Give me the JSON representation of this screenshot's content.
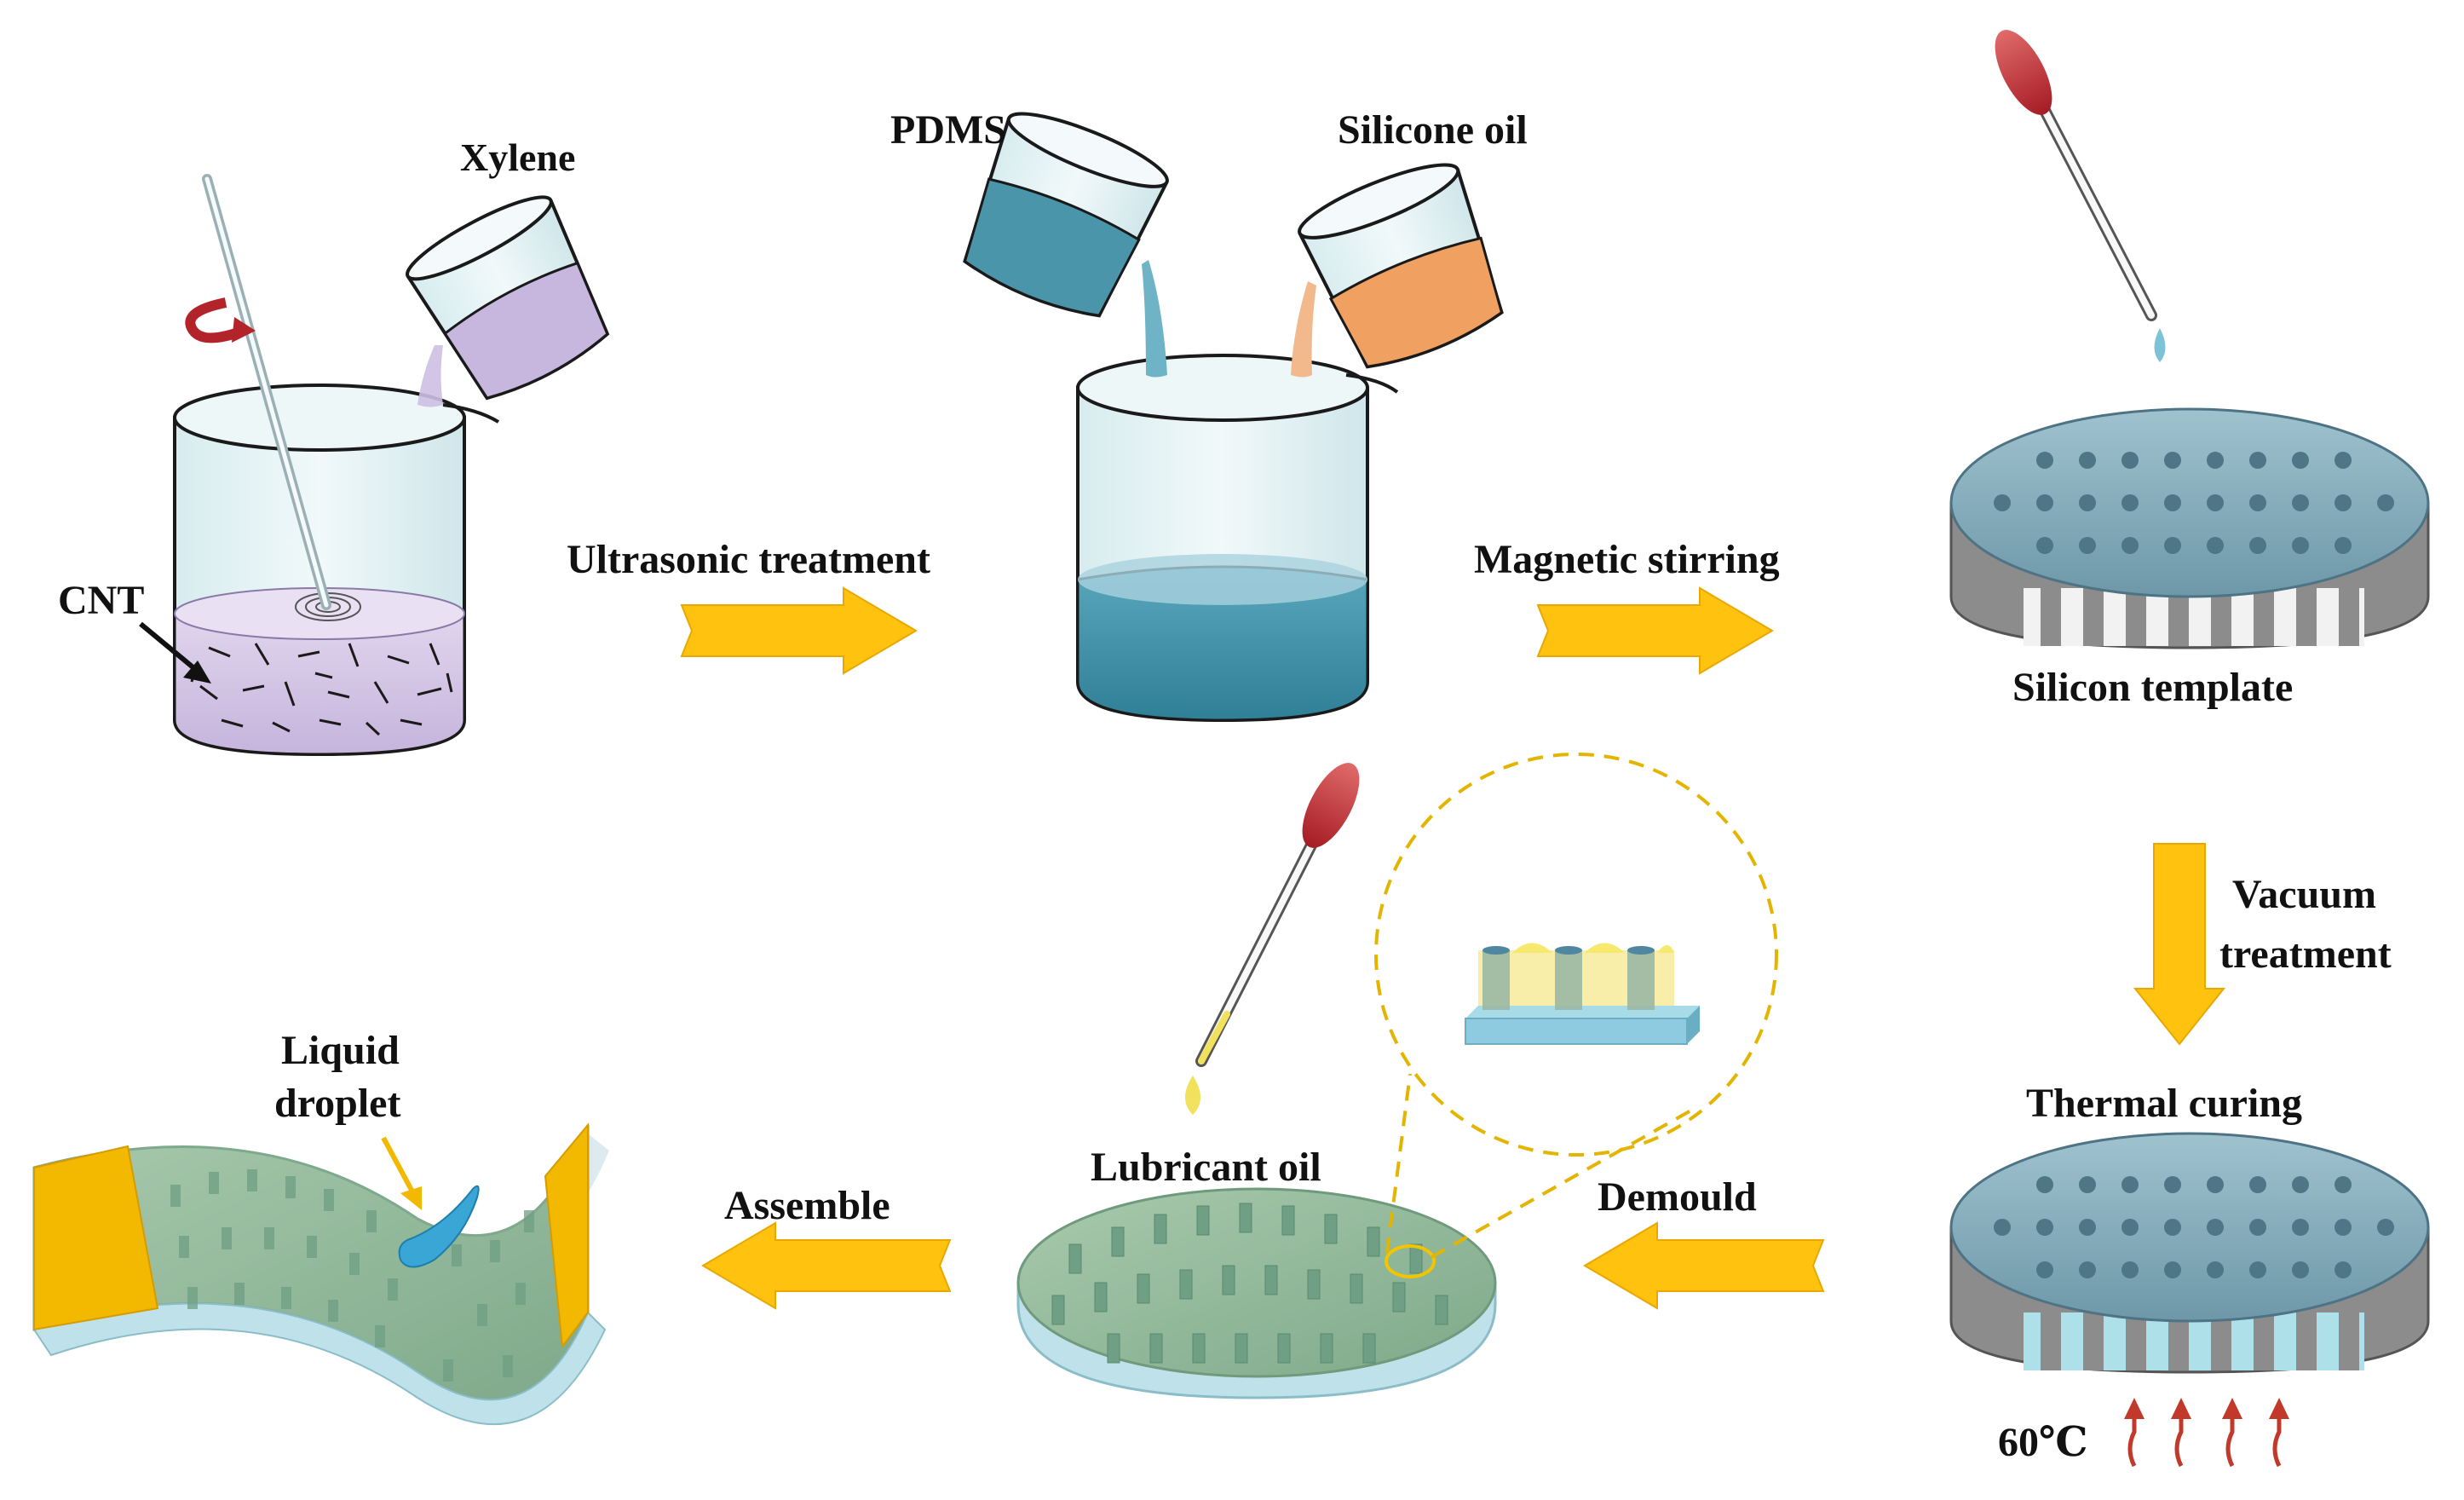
{
  "labels": {
    "xylene": "Xylene",
    "cnt": "CNT",
    "pdms": "PDMS",
    "silicone_oil": "Silicone oil",
    "ultrasonic": "Ultrasonic treatment",
    "magnetic": "Magnetic stirring",
    "silicon_template": "Silicon template",
    "vacuum_1": "Vacuum",
    "vacuum_2": "treatment",
    "thermal_curing": "Thermal curing",
    "temperature": "60℃",
    "demould": "Demould",
    "lubricant_oil": "Lubricant oil",
    "assemble": "Assemble",
    "liquid": "Liquid",
    "droplet": "droplet"
  },
  "icons": {
    "stirring_direction": "curved-arrow-icon",
    "pointer": "arrow-icon",
    "process_arrow": "block-arrow-icon",
    "heat": "heat-arrow-icon",
    "dropper": "dropper-icon",
    "magnifier": "dashed-circle-icon"
  },
  "colors": {
    "process_arrow": "#ffc20e",
    "pdms_liquid": "#3f8fa6",
    "silicone_oil": "#f0a060",
    "xylene": "#c7b6dd",
    "cnt_mix": "#d2c3e3",
    "template_grey": "#8c8c8c",
    "film_green": "#8fb59a",
    "lubricant_yellow": "#f2e15c",
    "droplet_blue": "#3aa6d6",
    "dropper_red": "#c1272d",
    "heat_red": "#c0392b"
  }
}
